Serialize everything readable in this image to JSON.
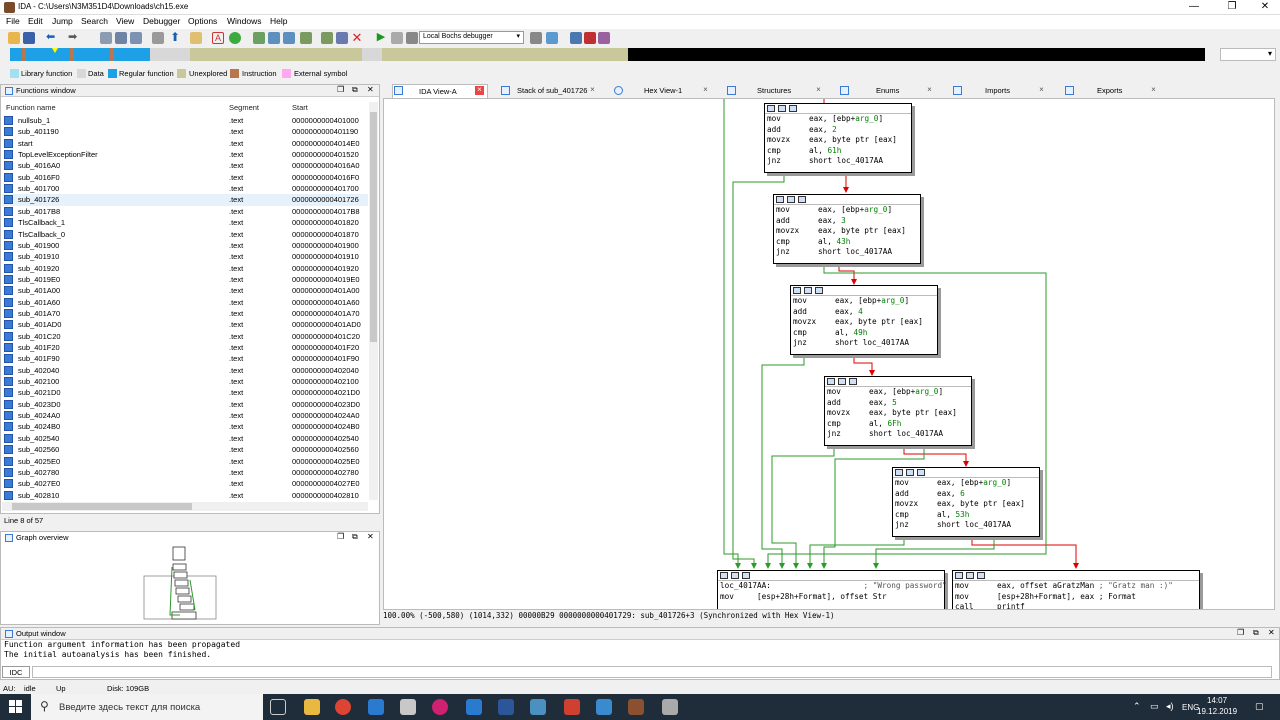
{
  "window": {
    "title": "IDA - C:\\Users\\N3M351D4\\Downloads\\ch15.exe",
    "minimize": "—",
    "restore": "❐",
    "close": "✕"
  },
  "menu": [
    "File",
    "Edit",
    "Jump",
    "Search",
    "View",
    "Debugger",
    "Options",
    "Windows",
    "Help"
  ],
  "toolbar": {
    "debugger_select": "Local Bochs debugger"
  },
  "legend": [
    {
      "label": "Library function",
      "color": "#a0e0f0"
    },
    {
      "label": "Data",
      "color": "#d8d8d8"
    },
    {
      "label": "Regular function",
      "color": "#1ea0e6"
    },
    {
      "label": "Unexplored",
      "color": "#c8c89a"
    },
    {
      "label": "Instruction",
      "color": "#b8764c"
    },
    {
      "label": "External symbol",
      "color": "#ffa8f0"
    }
  ],
  "functions_window": {
    "title": "Functions window",
    "columns": [
      "Function name",
      "Segment",
      "Start"
    ],
    "rows": [
      [
        "nullsub_1",
        ".text",
        "0000000000401000"
      ],
      [
        "sub_401190",
        ".text",
        "0000000000401190"
      ],
      [
        "start",
        ".text",
        "00000000004014E0"
      ],
      [
        "TopLevelExceptionFilter",
        ".text",
        "0000000000401520"
      ],
      [
        "sub_4016A0",
        ".text",
        "00000000004016A0"
      ],
      [
        "sub_4016F0",
        ".text",
        "00000000004016F0"
      ],
      [
        "sub_401700",
        ".text",
        "0000000000401700"
      ],
      [
        "sub_401726",
        ".text",
        "0000000000401726"
      ],
      [
        "sub_4017B8",
        ".text",
        "00000000004017B8"
      ],
      [
        "TlsCallback_1",
        ".text",
        "0000000000401820"
      ],
      [
        "TlsCallback_0",
        ".text",
        "0000000000401870"
      ],
      [
        "sub_401900",
        ".text",
        "0000000000401900"
      ],
      [
        "sub_401910",
        ".text",
        "0000000000401910"
      ],
      [
        "sub_401920",
        ".text",
        "0000000000401920"
      ],
      [
        "sub_4019E0",
        ".text",
        "00000000004019E0"
      ],
      [
        "sub_401A00",
        ".text",
        "0000000000401A00"
      ],
      [
        "sub_401A60",
        ".text",
        "0000000000401A60"
      ],
      [
        "sub_401A70",
        ".text",
        "0000000000401A70"
      ],
      [
        "sub_401AD0",
        ".text",
        "0000000000401AD0"
      ],
      [
        "sub_401C20",
        ".text",
        "0000000000401C20"
      ],
      [
        "sub_401F20",
        ".text",
        "0000000000401F20"
      ],
      [
        "sub_401F90",
        ".text",
        "0000000000401F90"
      ],
      [
        "sub_402040",
        ".text",
        "0000000000402040"
      ],
      [
        "sub_402100",
        ".text",
        "0000000000402100"
      ],
      [
        "sub_4021D0",
        ".text",
        "00000000004021D0"
      ],
      [
        "sub_4023D0",
        ".text",
        "00000000004023D0"
      ],
      [
        "sub_4024A0",
        ".text",
        "00000000004024A0"
      ],
      [
        "sub_4024B0",
        ".text",
        "00000000004024B0"
      ],
      [
        "sub_402540",
        ".text",
        "0000000000402540"
      ],
      [
        "sub_402560",
        ".text",
        "0000000000402560"
      ],
      [
        "sub_4025E0",
        ".text",
        "00000000004025E0"
      ],
      [
        "sub_402780",
        ".text",
        "0000000000402780"
      ],
      [
        "sub_4027E0",
        ".text",
        "00000000004027E0"
      ],
      [
        "sub_402810",
        ".text",
        "0000000000402810"
      ]
    ],
    "line_info": "Line 8 of 57"
  },
  "graph_overview": {
    "title": "Graph overview"
  },
  "tabs": [
    "IDA View-A",
    "Stack of sub_401726",
    "Hex View-1",
    "Structures",
    "Enums",
    "Imports",
    "Exports"
  ],
  "blocks": [
    {
      "lines": [
        [
          "mov",
          "eax, [ebp+",
          "arg_0",
          "]"
        ],
        [
          "add",
          "eax, ",
          "2",
          ""
        ],
        [
          "movzx",
          "eax, byte ptr [eax]",
          "",
          ""
        ],
        [
          "cmp",
          "al, ",
          "61h",
          ""
        ],
        [
          "jnz",
          "short loc_4017AA",
          "",
          ""
        ]
      ]
    },
    {
      "lines": [
        [
          "mov",
          "eax, [ebp+",
          "arg_0",
          "]"
        ],
        [
          "add",
          "eax, ",
          "3",
          ""
        ],
        [
          "movzx",
          "eax, byte ptr [eax]",
          "",
          ""
        ],
        [
          "cmp",
          "al, ",
          "43h",
          ""
        ],
        [
          "jnz",
          "short loc_4017AA",
          "",
          ""
        ]
      ]
    },
    {
      "lines": [
        [
          "mov",
          "eax, [ebp+",
          "arg_0",
          "]"
        ],
        [
          "add",
          "eax, ",
          "4",
          ""
        ],
        [
          "movzx",
          "eax, byte ptr [eax]",
          "",
          ""
        ],
        [
          "cmp",
          "al, ",
          "49h",
          ""
        ],
        [
          "jnz",
          "short loc_4017AA",
          "",
          ""
        ]
      ]
    },
    {
      "lines": [
        [
          "mov",
          "eax, [ebp+",
          "arg_0",
          "]"
        ],
        [
          "add",
          "eax, ",
          "5",
          ""
        ],
        [
          "movzx",
          "eax, byte ptr [eax]",
          "",
          ""
        ],
        [
          "cmp",
          "al, ",
          "6Fh",
          ""
        ],
        [
          "jnz",
          "short loc_4017AA",
          "",
          ""
        ]
      ]
    },
    {
      "lines": [
        [
          "mov",
          "eax, [ebp+",
          "arg_0",
          "]"
        ],
        [
          "add",
          "eax, ",
          "6",
          ""
        ],
        [
          "movzx",
          "eax, byte ptr [eax]",
          "",
          ""
        ],
        [
          "cmp",
          "al, ",
          "53h",
          ""
        ],
        [
          "jnz",
          "short loc_4017AA",
          "",
          ""
        ]
      ]
    }
  ],
  "fail_block": {
    "label": "loc_4017AA:",
    "comment": "; \"Wrong password\"",
    "line2": "mov     [esp+28h+Format], offset Str"
  },
  "ok_block": {
    "line1_op": "mov",
    "line1_args": "eax, offset aGratzMan",
    "line1_comment": "; \"Gratz man :)\"",
    "line2_op": "mov",
    "line2_args": "[esp+28h+Format], eax ; Format",
    "line3_op": "call",
    "line3_args": "printf"
  },
  "graph_status": "100.00% (-500,580) (1014,332) 00000B29 0000000000401729: sub_401726+3 (Synchronized with Hex View-1)",
  "output_window": {
    "title": "Output window",
    "lines": "Function argument information has been propagated\nThe initial autoanalysis has been finished.",
    "idc": "IDC"
  },
  "status_bar": {
    "au": "AU:",
    "state": "idle",
    "dir": "Up",
    "disk": "Disk: 109GB"
  },
  "taskbar": {
    "search_placeholder": "Введите здесь текст для поиска",
    "lang": "ENG",
    "time": "14:07",
    "date": "19.12.2019"
  }
}
